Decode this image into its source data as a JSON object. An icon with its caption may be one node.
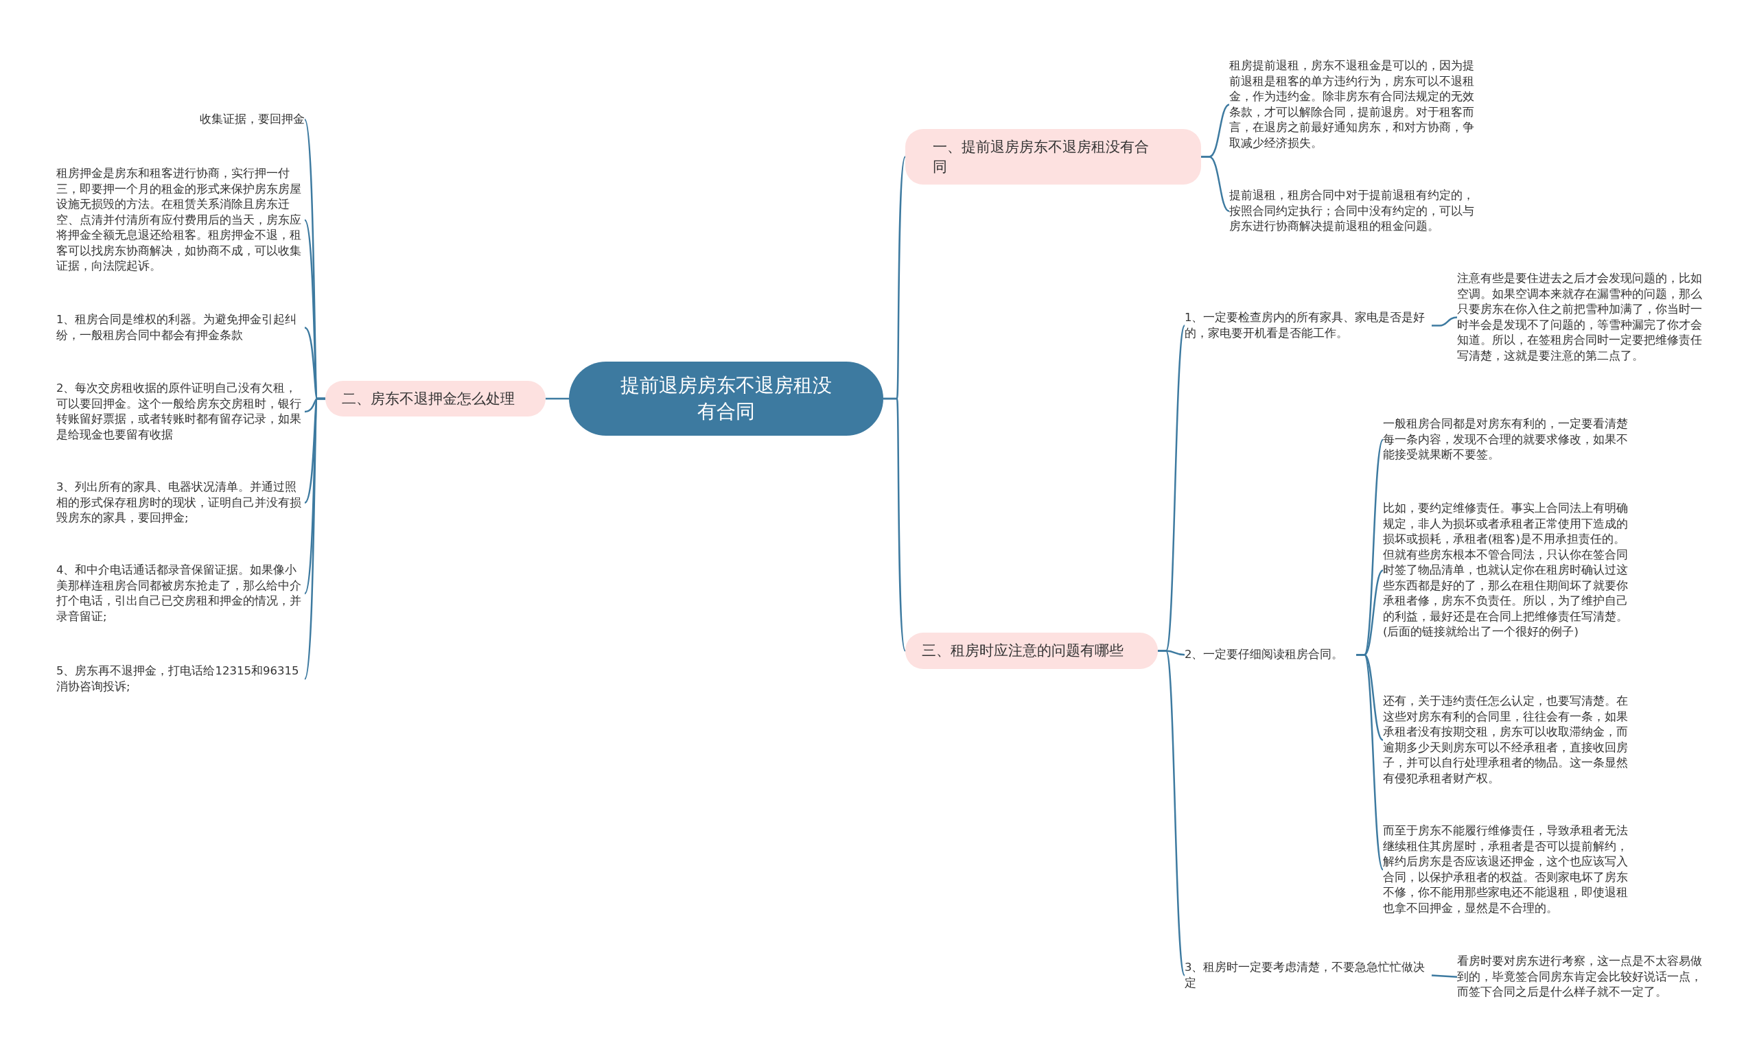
{
  "diagram": {
    "nodes": [
      {
        "text": [
          "提前退房房东不退房租没有合同"
        ]
      },
      {
        "text": [
          "一、提前退房房东不退房租没有合同"
        ]
      },
      {
        "text": [
          "租房提前退租，房东不退租金是可以的，因为提前退租是租客的单方违约行为，房东可以不退租金，作为违约金。除非房东有合同法规定的无效条款，才可以解除合同，提前退房。对于租客而言，在退房之前最好通知房东，和对方协商，争取减少经济损失。"
        ]
      },
      {
        "text": [
          "提前退租，租房合同中对于提前退租有约定的，按照合同约定执行；合同中没有约定的，可以与房东进行协商解决提前退租的租金问题。"
        ]
      },
      {
        "text": [
          "二、房东不退押金怎么处理"
        ]
      },
      {
        "text": [
          "收集证据，要回押金"
        ]
      },
      {
        "text": [
          "租房押金是房东和租客进行协商，实行押一付三，即要押一个月的租金的形式来保护房东房屋设施无损毁的方法。在租赁关系消除且房东迁空、点清并付清所有应付费用后的当天，房东应将押金全额无息退还给租客。租房押金不退，租客可以找房东协商解决，如协商不成，可以收集证据，向法院起诉。"
        ]
      },
      {
        "text": [
          "1、租房合同是维权的利器。为避免押金引起纠纷，一般租房合同中都会有押金条款"
        ]
      },
      {
        "text": [
          "2、每次交房租收据的原件证明自己没有欠租，可以要回押金。这个一般给房东交房租时，银行转账留好票据，或者转账时都有留存记录，如果是给现金也要留有收据"
        ]
      },
      {
        "text": [
          "3、列出所有的家具、电器状况清单。并通过照相的形式保存租房时的现状，证明自己并没有损毁房东的家具，要回押金;"
        ]
      },
      {
        "text": [
          "4、和中介电话通话都录音保留证据。如果像小美那样连租房合同都被房东抢走了，那么给中介打个电话，引出自己已交房租和押金的情况，并录音留证;"
        ]
      },
      {
        "text": [
          "5、房东再不退押金，打电话给12315和96315消协咨询投诉;"
        ]
      },
      {
        "text": [
          "三、租房时应注意的问题有哪些"
        ]
      },
      {
        "text": [
          "1、一定要检查房内的所有家具、家电是否是好的，家电要开机看是否能工作。"
        ]
      },
      {
        "text": [
          "注意有些是要住进去之后才会发现问题的，比如空调。如果空调本来就存在漏雪种的问题，那么只要房东在你入住之前把雪种加满了，你当时一时半会是发现不了问题的，等雪种漏完了你才会知道。所以，在签租房合同时一定要把维修责任写清楚，这就是要注意的第二点了。"
        ]
      },
      {
        "text": [
          "2、一定要仔细阅读租房合同。"
        ]
      },
      {
        "text": [
          "一般租房合同都是对房东有利的，一定要看清楚每一条内容，发现不合理的就要求修改，如果不能接受就果断不要签。"
        ]
      },
      {
        "text": [
          "比如，要约定维修责任。事实上合同法上有明确规定，非人为损坏或者承租者正常使用下造成的损坏或损耗，承租者(租客)是不用承担责任的。但就有些房东根本不管合同法，只认你在签合同时签了物品清单，也就认定你在租房时确认过这些东西都是好的了，那么在租住期间坏了就要你承租者修，房东不负责任。所以，为了维护自己的利益，最好还是在合同上把维修责任写清楚。(后面的链接就给出了一个很好的例子)"
        ]
      },
      {
        "text": [
          "还有，关于违约责任怎么认定，也要写清楚。在这些对房东有利的合同里，往往会有一条，如果承租者没有按期交租，房东可以收取滞纳金，而逾期多少天则房东可以不经承租者，直接收回房子，并可以自行处理承租者的物品。这一条显然有侵犯承租者财产权。"
        ]
      },
      {
        "text": [
          "而至于房东不能履行维修责任，导致承租者无法继续租住其房屋时，承租者是否可以提前解约，解约后房东是否应该退还押金，这个也应该写入合同，以保护承租者的权益。否则家电坏了房东不修，你不能用那些家电还不能退租，即使退租也拿不回押金，显然是不合理的。"
        ]
      },
      {
        "text": [
          "3、租房时一定要考虑清楚，不要急急忙忙做决定"
        ]
      },
      {
        "text": [
          "看房时要对房东进行考察，这一点是不太容易做到的，毕竟签合同房东肯定会比较好说话一点，而签下合同之后是什么样子就不一定了。"
        ]
      }
    ],
    "edges": [
      {
        "from": 0,
        "to": 1,
        "arrow": "none"
      },
      {
        "from": 1,
        "to": 2,
        "arrow": "none"
      },
      {
        "from": 1,
        "to": 3,
        "arrow": "none"
      },
      {
        "from": 0,
        "to": 4,
        "arrow": "none"
      },
      {
        "from": 4,
        "to": 5,
        "arrow": "none"
      },
      {
        "from": 4,
        "to": 6,
        "arrow": "none"
      },
      {
        "from": 4,
        "to": 7,
        "arrow": "none"
      },
      {
        "from": 4,
        "to": 8,
        "arrow": "none"
      },
      {
        "from": 4,
        "to": 9,
        "arrow": "none"
      },
      {
        "from": 4,
        "to": 10,
        "arrow": "none"
      },
      {
        "from": 4,
        "to": 11,
        "arrow": "none"
      },
      {
        "from": 0,
        "to": 12,
        "arrow": "none"
      },
      {
        "from": 12,
        "to": 13,
        "arrow": "none"
      },
      {
        "from": 13,
        "to": 14,
        "arrow": "none"
      },
      {
        "from": 12,
        "to": 15,
        "arrow": "none"
      },
      {
        "from": 15,
        "to": 16,
        "arrow": "none"
      },
      {
        "from": 15,
        "to": 17,
        "arrow": "none"
      },
      {
        "from": 15,
        "to": 18,
        "arrow": "none"
      },
      {
        "from": 15,
        "to": 19,
        "arrow": "none"
      },
      {
        "from": 12,
        "to": 20,
        "arrow": "none"
      },
      {
        "from": 20,
        "to": 21,
        "arrow": "none"
      }
    ]
  }
}
